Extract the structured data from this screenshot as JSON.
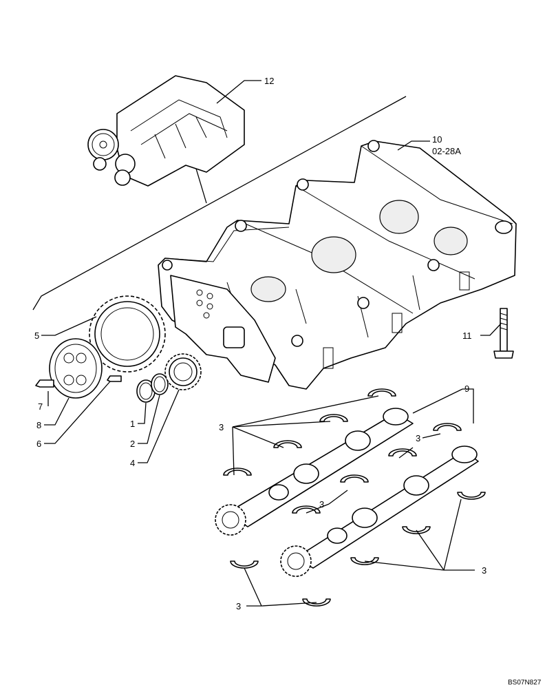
{
  "figure_code": "BS07N827",
  "callouts": {
    "c12": "12",
    "c10": "10",
    "c10_ref": "02-28A",
    "c11": "11",
    "c9": "9",
    "c5": "5",
    "c7": "7",
    "c8": "8",
    "c6": "6",
    "c1": "1",
    "c2": "2",
    "c4": "4",
    "c3a": "3",
    "c3b": "3",
    "c3c": "3",
    "c3d": "3",
    "c3e": "3"
  }
}
